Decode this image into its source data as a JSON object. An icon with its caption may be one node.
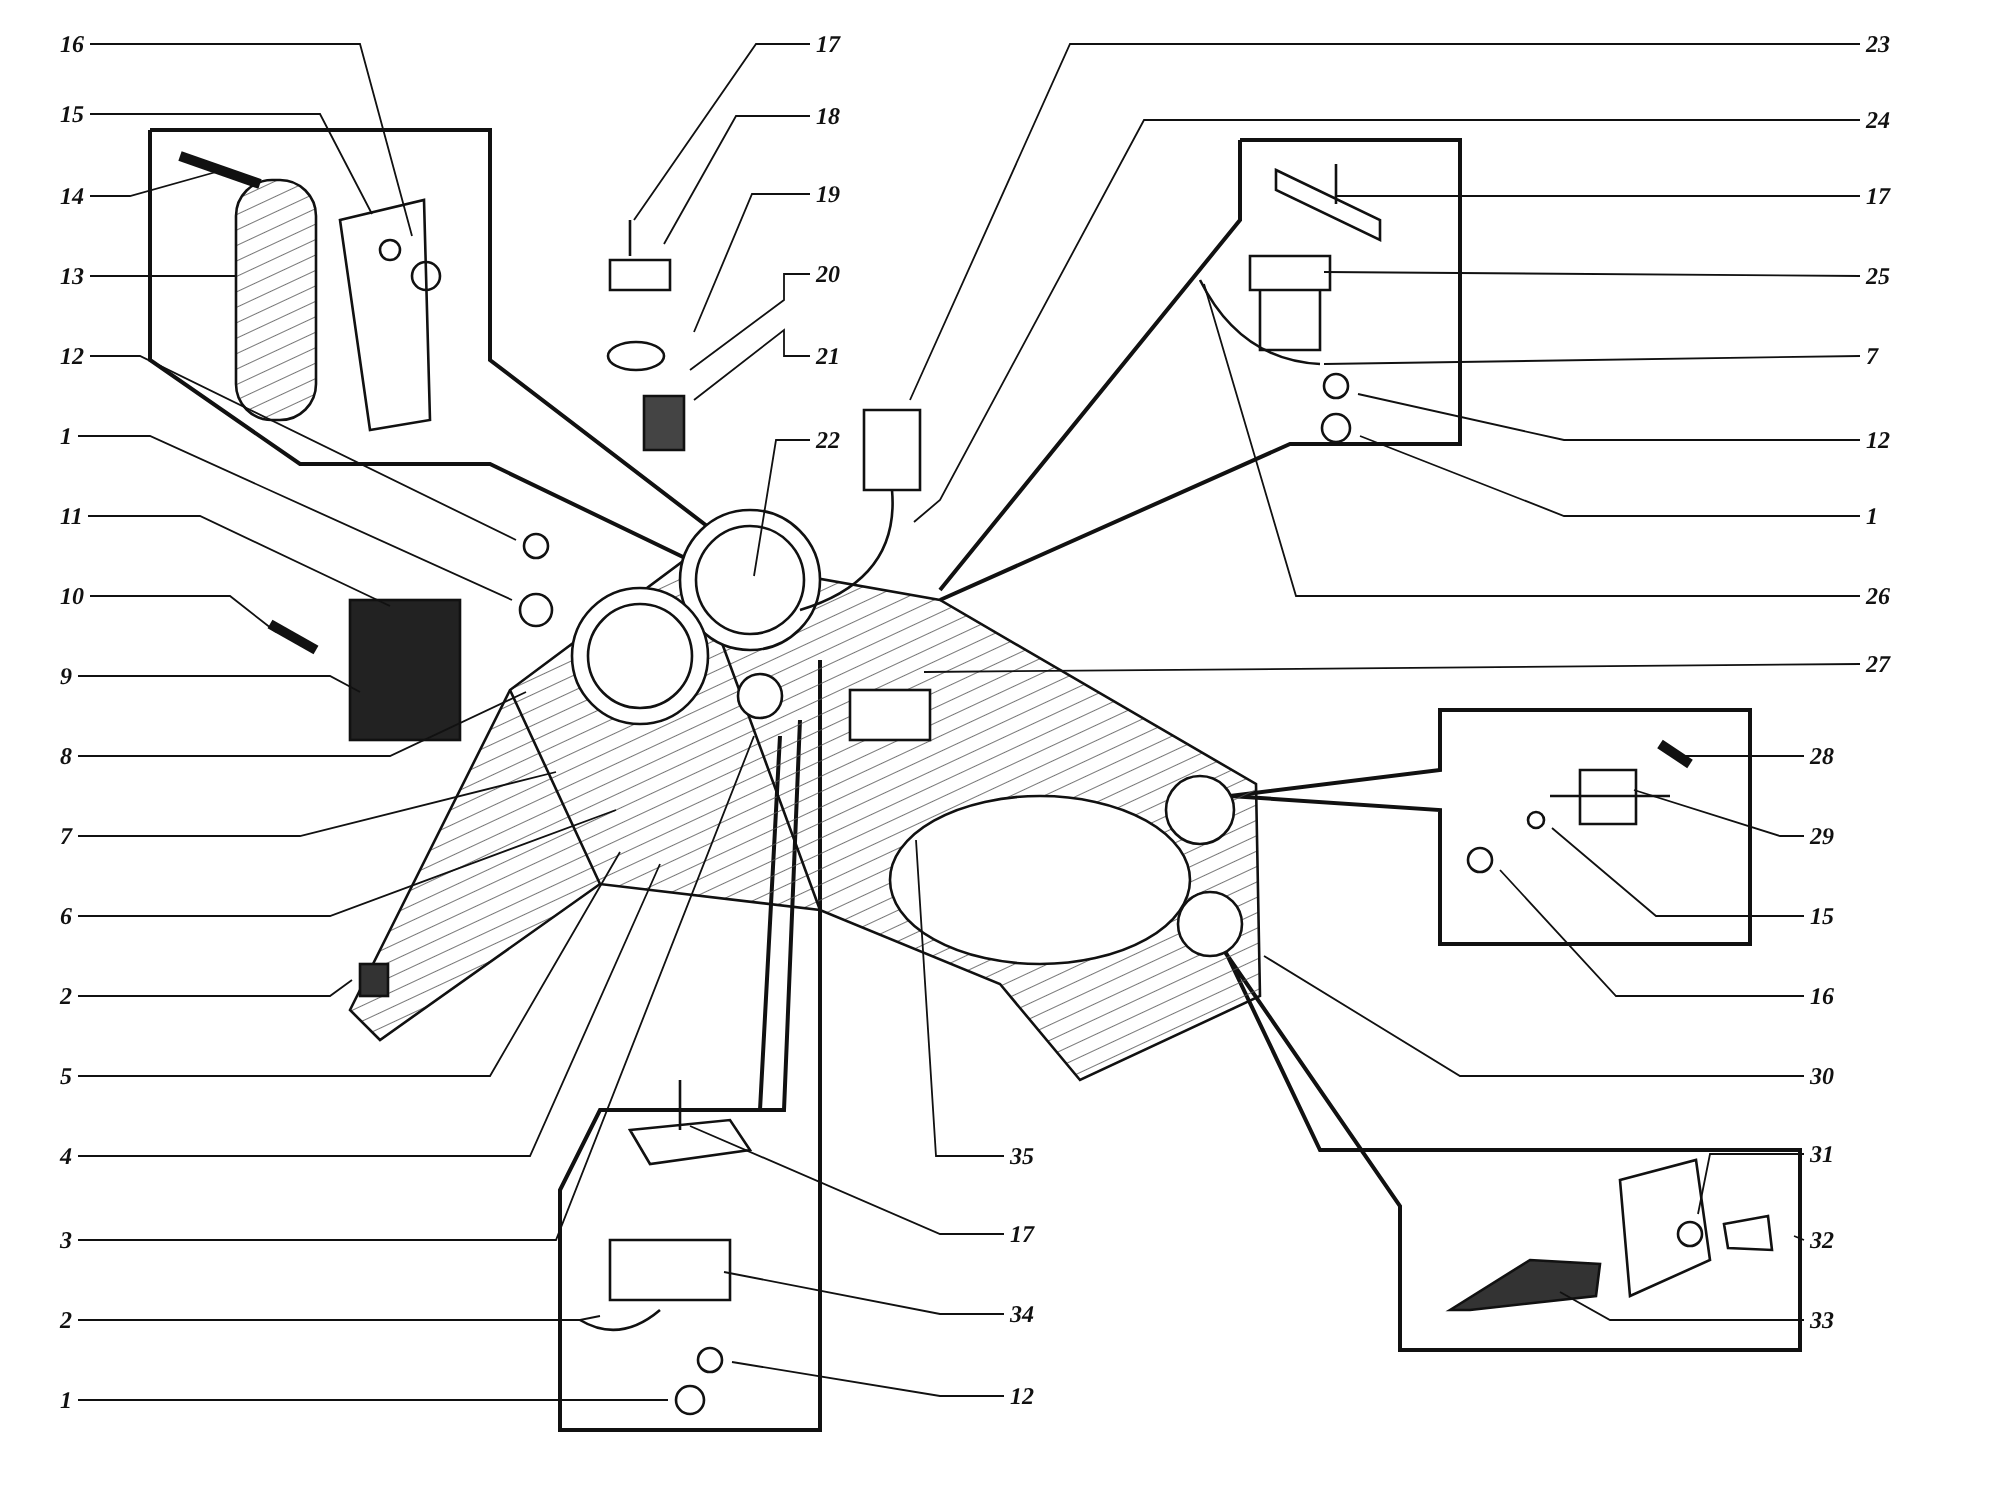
{
  "diagram": {
    "nodes": [
      {
        "text": [
          "16"
        ]
      },
      {
        "text": [
          "15"
        ]
      },
      {
        "text": [
          "14"
        ]
      },
      {
        "text": [
          "13"
        ]
      },
      {
        "text": [
          "12"
        ]
      },
      {
        "text": [
          "1"
        ]
      },
      {
        "text": [
          "11"
        ]
      },
      {
        "text": [
          "10"
        ]
      },
      {
        "text": [
          "9"
        ]
      },
      {
        "text": [
          "8"
        ]
      },
      {
        "text": [
          "7"
        ]
      },
      {
        "text": [
          "6"
        ]
      },
      {
        "text": [
          "2"
        ]
      },
      {
        "text": [
          "5"
        ]
      },
      {
        "text": [
          "4"
        ]
      },
      {
        "text": [
          "3"
        ]
      },
      {
        "text": [
          "2"
        ]
      },
      {
        "text": [
          "1"
        ]
      },
      {
        "text": [
          "17"
        ]
      },
      {
        "text": [
          "18"
        ]
      },
      {
        "text": [
          "19"
        ]
      },
      {
        "text": [
          "20"
        ]
      },
      {
        "text": [
          "21"
        ]
      },
      {
        "text": [
          "22"
        ]
      },
      {
        "text": [
          "23"
        ]
      },
      {
        "text": [
          "24"
        ]
      },
      {
        "text": [
          "17"
        ]
      },
      {
        "text": [
          "25"
        ]
      },
      {
        "text": [
          "7"
        ]
      },
      {
        "text": [
          "12"
        ]
      },
      {
        "text": [
          "1"
        ]
      },
      {
        "text": [
          "26"
        ]
      },
      {
        "text": [
          "27"
        ]
      },
      {
        "text": [
          "28"
        ]
      },
      {
        "text": [
          "29"
        ]
      },
      {
        "text": [
          "15"
        ]
      },
      {
        "text": [
          "16"
        ]
      },
      {
        "text": [
          "30"
        ]
      },
      {
        "text": [
          "31"
        ]
      },
      {
        "text": [
          "32"
        ]
      },
      {
        "text": [
          "33"
        ]
      },
      {
        "text": [
          "35"
        ]
      },
      {
        "text": [
          "17"
        ]
      },
      {
        "text": [
          "34"
        ]
      },
      {
        "text": [
          "12"
        ]
      }
    ],
    "edges": [
      {
        "from": 0,
        "to": null,
        "arrow": "none"
      },
      {
        "from": 1,
        "to": null,
        "arrow": "none"
      },
      {
        "from": 2,
        "to": null,
        "arrow": "none"
      },
      {
        "from": 3,
        "to": null,
        "arrow": "none"
      },
      {
        "from": 4,
        "to": null,
        "arrow": "none"
      },
      {
        "from": 5,
        "to": null,
        "arrow": "none"
      },
      {
        "from": 6,
        "to": null,
        "arrow": "none"
      },
      {
        "from": 7,
        "to": null,
        "arrow": "none"
      },
      {
        "from": 8,
        "to": null,
        "arrow": "none"
      },
      {
        "from": 9,
        "to": null,
        "arrow": "none"
      },
      {
        "from": 10,
        "to": null,
        "arrow": "none"
      },
      {
        "from": 11,
        "to": null,
        "arrow": "none"
      },
      {
        "from": 12,
        "to": null,
        "arrow": "none"
      },
      {
        "from": 13,
        "to": null,
        "arrow": "none"
      },
      {
        "from": 14,
        "to": null,
        "arrow": "none"
      },
      {
        "from": 15,
        "to": null,
        "arrow": "none"
      },
      {
        "from": 16,
        "to": null,
        "arrow": "none"
      },
      {
        "from": 17,
        "to": null,
        "arrow": "none"
      },
      {
        "from": 18,
        "to": null,
        "arrow": "none"
      },
      {
        "from": 19,
        "to": null,
        "arrow": "none"
      },
      {
        "from": 20,
        "to": null,
        "arrow": "none"
      },
      {
        "from": 21,
        "to": null,
        "arrow": "none"
      },
      {
        "from": 22,
        "to": null,
        "arrow": "none"
      },
      {
        "from": 23,
        "to": null,
        "arrow": "none"
      },
      {
        "from": 24,
        "to": null,
        "arrow": "none"
      },
      {
        "from": 25,
        "to": null,
        "arrow": "none"
      },
      {
        "from": 26,
        "to": null,
        "arrow": "none"
      },
      {
        "from": 27,
        "to": null,
        "arrow": "none"
      },
      {
        "from": 28,
        "to": null,
        "arrow": "none"
      },
      {
        "from": 29,
        "to": null,
        "arrow": "none"
      },
      {
        "from": 30,
        "to": null,
        "arrow": "none"
      },
      {
        "from": 31,
        "to": null,
        "arrow": "none"
      },
      {
        "from": 32,
        "to": null,
        "arrow": "none"
      },
      {
        "from": 33,
        "to": null,
        "arrow": "none"
      },
      {
        "from": 34,
        "to": null,
        "arrow": "none"
      },
      {
        "from": 35,
        "to": null,
        "arrow": "none"
      },
      {
        "from": 36,
        "to": null,
        "arrow": "none"
      },
      {
        "from": 37,
        "to": null,
        "arrow": "none"
      },
      {
        "from": 38,
        "to": null,
        "arrow": "none"
      },
      {
        "from": 39,
        "to": null,
        "arrow": "none"
      },
      {
        "from": 40,
        "to": null,
        "arrow": "none"
      },
      {
        "from": 41,
        "to": null,
        "arrow": "none"
      },
      {
        "from": 42,
        "to": null,
        "arrow": "none"
      },
      {
        "from": 43,
        "to": null,
        "arrow": "none"
      },
      {
        "from": 44,
        "to": null,
        "arrow": "none"
      }
    ]
  }
}
